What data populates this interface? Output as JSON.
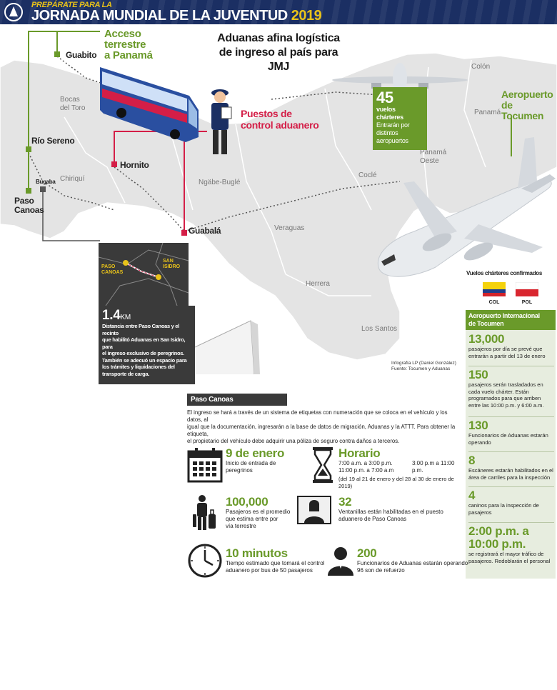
{
  "header": {
    "kicker": "PREPÁRATE PARA LA",
    "title": "JORNADA MUNDIAL DE LA JUVENTUD",
    "year": "2019"
  },
  "main_title": [
    "Aduanas afina logística",
    "de ingreso al país para JMJ"
  ],
  "labels": {
    "land_access": [
      "Acceso",
      "terrestre",
      "a Panamá"
    ],
    "control_posts": [
      "Puestos de",
      "control aduanero"
    ],
    "airport": [
      "Aeropuerto",
      "de Tocumen"
    ],
    "guabito": "Guabito",
    "rio_sereno": "Río Sereno",
    "paso_canoas": [
      "Paso",
      "Canoas"
    ],
    "bugaba": "Bugaba",
    "hornito": "Hornito",
    "guabala": "Guabalá"
  },
  "places": {
    "bocas": [
      "Bocas",
      "del Toro"
    ],
    "chiriqui": "Chiriquí",
    "ngabe": "Ngäbe-Buglé",
    "veraguas": "Veraguas",
    "cocle": "Coclé",
    "herrera": "Herrera",
    "los_santos": "Los Santos",
    "colon": "Colón",
    "panama": "Panamá",
    "panama_oeste": [
      "Panamá",
      "Oeste"
    ]
  },
  "flights": {
    "number": "45",
    "title": "vuelos chárteres",
    "text": [
      "Entrarán por",
      "distintos",
      "aeropuertos"
    ]
  },
  "inset": {
    "paso_canoas": [
      "PASO",
      "CANOAS"
    ],
    "san_isidro": [
      "SAN",
      "ISIDRO"
    ],
    "distance_number": "1.4",
    "distance_unit": "KM",
    "distance_text": [
      "Distancia entre  Paso Canoas y el recinto",
      "que habilitó Aduanas en San Isidro, para",
      "el ingreso exclusivo de peregrinos.",
      "También se adecuó un espacio para",
      "los trámites y liquidaciones del",
      "transporte de carga."
    ]
  },
  "credit": [
    "Infografía LP (Daniel González)",
    "Fuente: Tocumen y Aduanas"
  ],
  "flags": {
    "title": "Vuelos chárteres confirmados",
    "items": [
      {
        "label": "COL",
        "colors": [
          "#f4d20c",
          "#1f3d8a",
          "#d2232a"
        ]
      },
      {
        "label": "POL",
        "colors": [
          "#ffffff",
          "#d9262f"
        ]
      }
    ]
  },
  "sidebar": {
    "title": [
      "Aeropuerto Internacional",
      "de Tocumen"
    ],
    "items": [
      {
        "number": "13,000",
        "text": [
          "pasajeros por día se prevé que",
          "entrarán a partir del 13 de enero"
        ]
      },
      {
        "number": "150",
        "text": [
          "pasajeros serán trasladados en",
          "cada vuelo chárter. Están",
          "programados para que arriben",
          "entre las 10:00 p.m. y 6:00 a.m."
        ]
      },
      {
        "number": "130",
        "text": [
          "Funcionarios de Aduanas estarán",
          "operando"
        ]
      },
      {
        "number": "8",
        "text": [
          "Escáneres estarán habilitados en el",
          "área de carriles para la inspección"
        ]
      },
      {
        "number": "4",
        "text": [
          "caninos para la inspección de",
          "pasajeros"
        ]
      },
      {
        "number": "2:00 p.m. a 10:00 p.m.",
        "text": [
          "se registrará el mayor tráfico de",
          "pasajeros. Redoblarán el personal"
        ]
      }
    ]
  },
  "paso_canoas": {
    "tab": "Paso Canoas",
    "text": [
      "El ingreso se hará a través de un sistema de etiquetas con numeración que se coloca en el vehículo y los datos, al",
      "igual que la documentación, ingresarán a la base de datos de migración, Aduanas y la ATTT. Para obtener la etiqueta,",
      "el propietario del vehículo debe adquirir una póliza de seguro contra daños a terceros."
    ]
  },
  "stats": {
    "date": {
      "number": "9 de enero",
      "text": [
        "Inicio de entrada de",
        "peregrinos"
      ]
    },
    "schedule": {
      "number": "Horario",
      "col1": [
        "7:00 a.m. a 3:00 p.m.",
        "11:00 p.m. a 7:00 a.m"
      ],
      "col2": "3:00 p.m a 11:00 p.m.",
      "note": "(del 19 al 21 de enero y del 28 al 30 de enero de 2019)"
    },
    "pilgrims": {
      "number": "100,000",
      "text": [
        "Pasajeros es el promedio",
        "que estima entre por",
        "vía terrestre"
      ]
    },
    "windows": {
      "number": "32",
      "text": [
        "Ventanillas están habilitadas en el puesto",
        "aduanero de Paso Canoas"
      ]
    },
    "time": {
      "number": "10 minutos",
      "text": [
        "Tiempo estimado que tomará el control",
        "aduanero por bus de 50 pasajeros"
      ]
    },
    "officers": {
      "number": "200",
      "text": [
        "Funcionarios de Aduanas estarán operando",
        "96 son de refuerzo"
      ]
    }
  },
  "colors": {
    "green": "#6a9a2a",
    "red": "#d41e47",
    "dark": "#3a3a3a",
    "navy": "#1b2f63",
    "map_land": "#e4e4e4"
  }
}
